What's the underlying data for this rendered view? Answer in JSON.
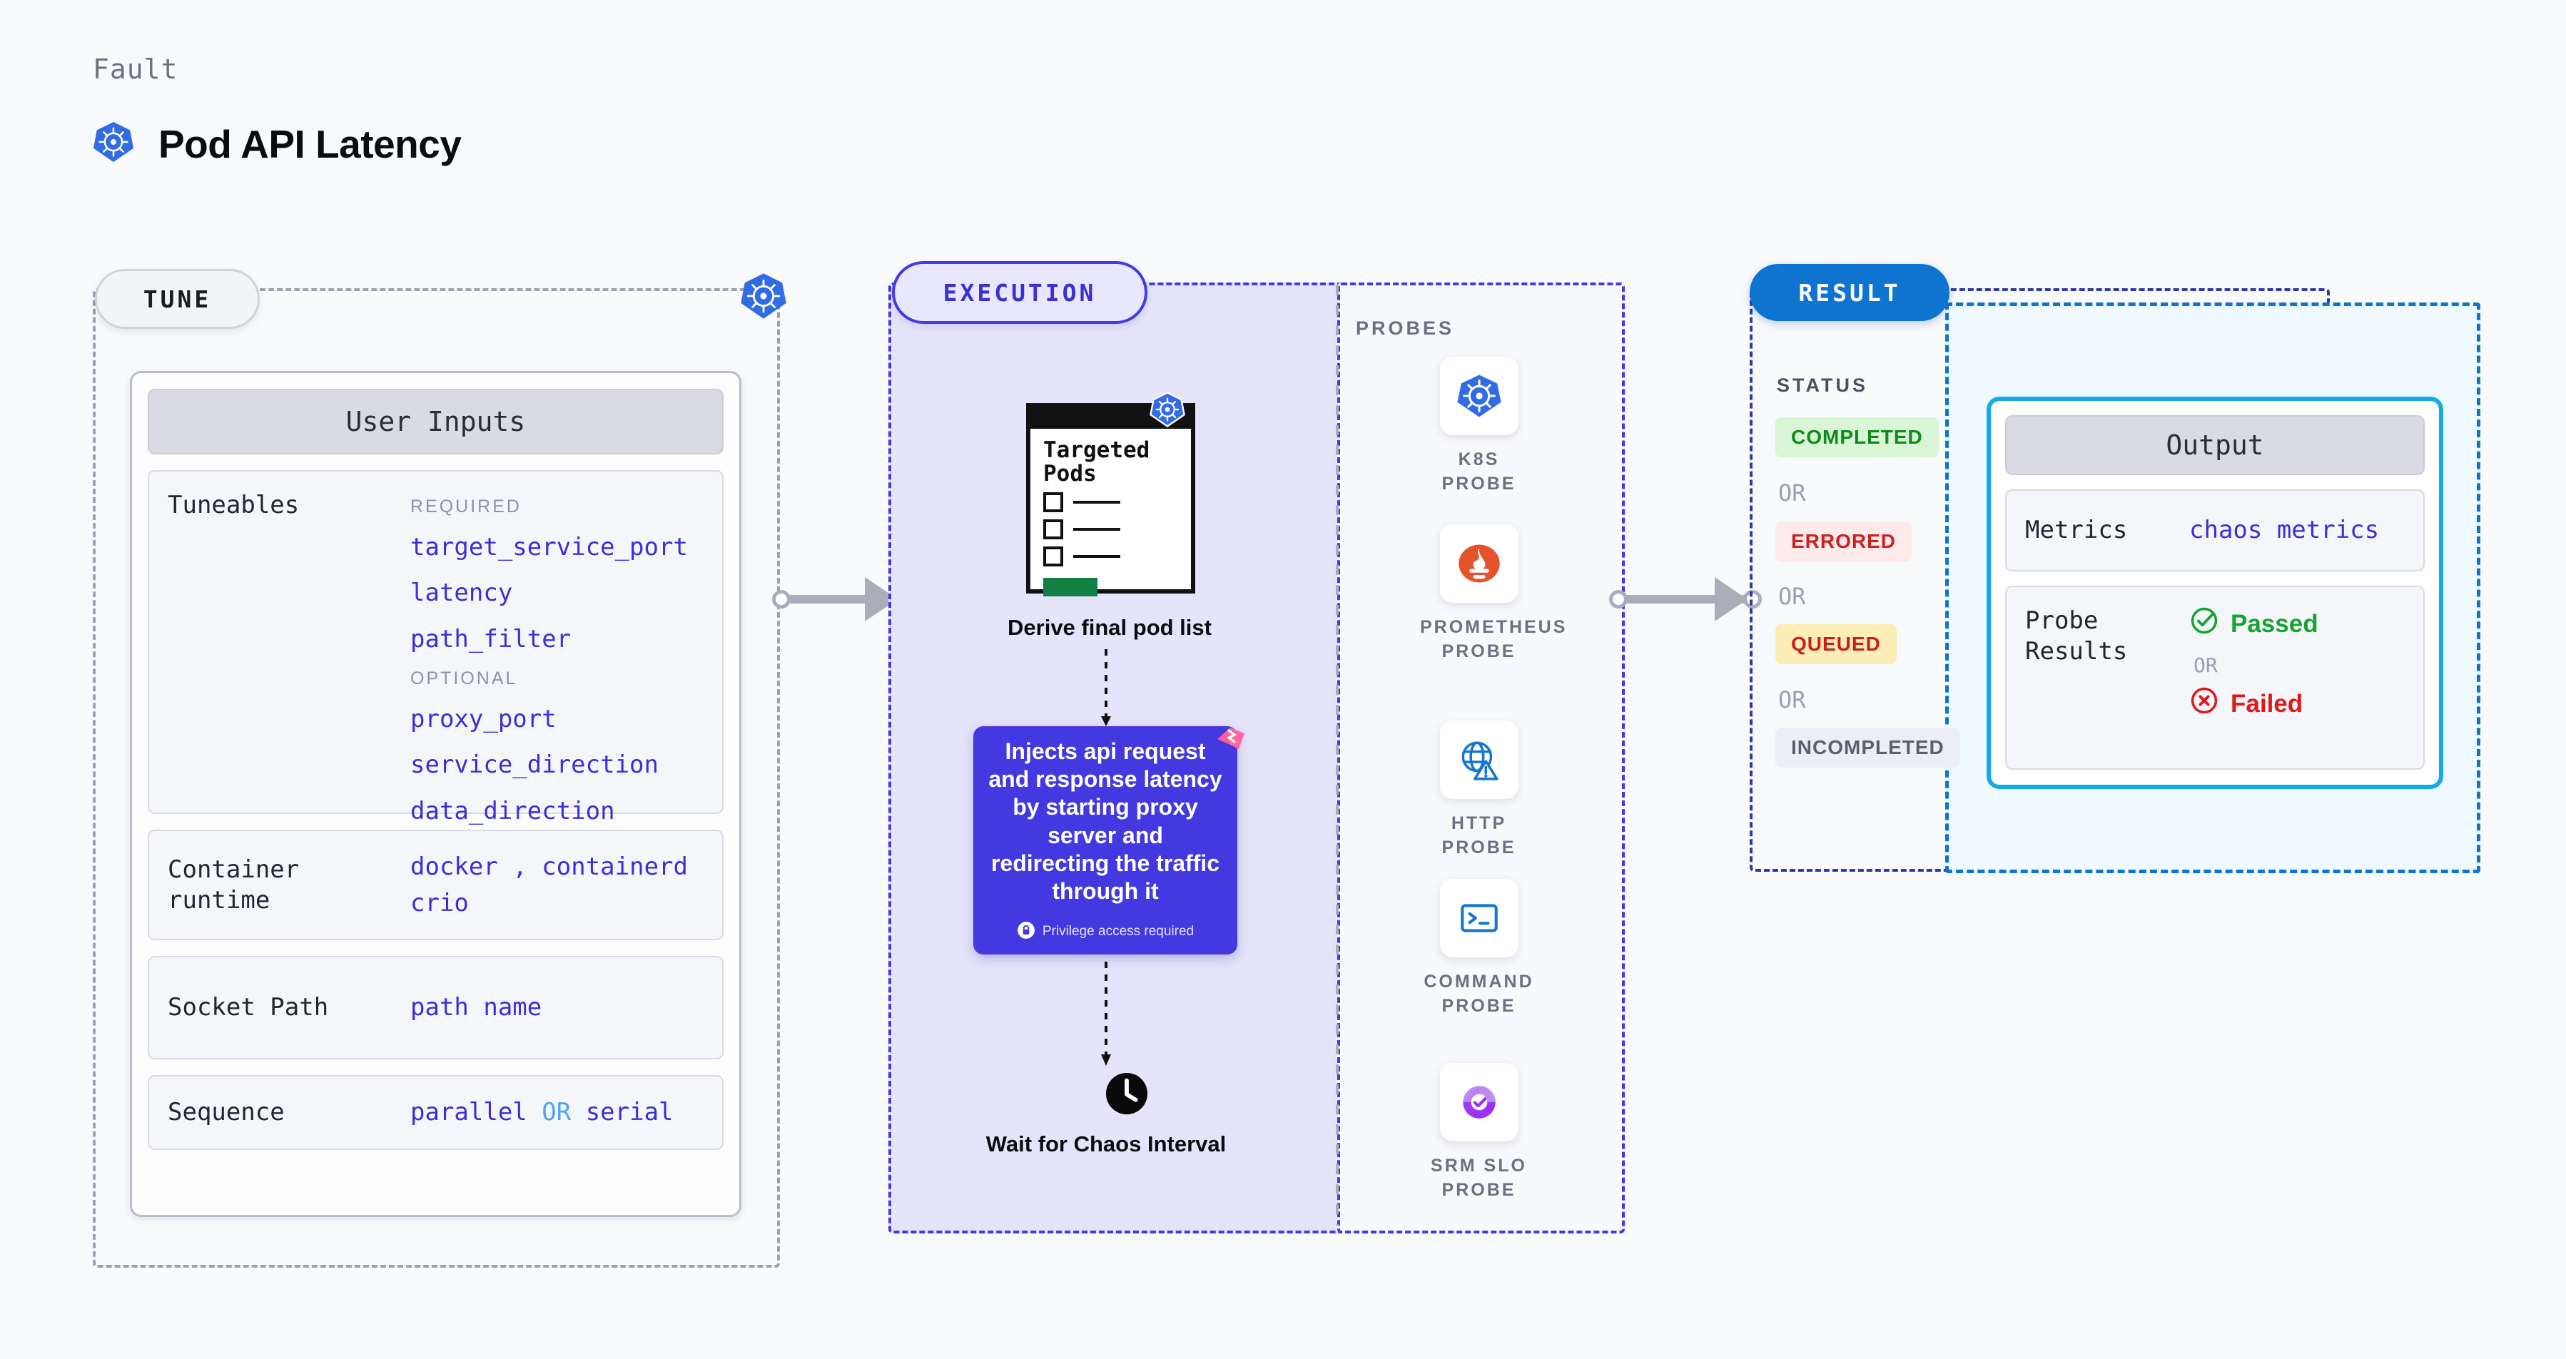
{
  "header": {
    "eyebrow": "Fault",
    "title": "Pod API Latency",
    "icon": "kubernetes-icon"
  },
  "tune": {
    "pill": "TUNE",
    "badge_icon": "kubernetes-icon",
    "card_title": "User Inputs",
    "rows": [
      {
        "label": "Tuneables",
        "groups": [
          {
            "caption": "REQUIRED",
            "items": [
              "target_service_port",
              "latency",
              "path_filter"
            ]
          },
          {
            "caption": "OPTIONAL",
            "items": [
              "proxy_port",
              "service_direction",
              "data_direction"
            ]
          }
        ]
      },
      {
        "label": "Container runtime",
        "values_line1": [
          "docker",
          "containerd"
        ],
        "separator": ",",
        "values_line2": [
          "crio"
        ]
      },
      {
        "label": "Socket Path",
        "value": "path name"
      },
      {
        "label": "Sequence",
        "value_a": "parallel",
        "joiner": "OR",
        "value_b": "serial"
      }
    ]
  },
  "execution": {
    "pill": "EXECUTION",
    "pod_card": {
      "title": "Targeted Pods",
      "badge_icon": "kubernetes-icon",
      "checkbox_count": 3
    },
    "derive_label": "Derive final pod list",
    "inject": {
      "text": "Injects api request and response latency by starting proxy server and redirecting the traffic through it",
      "privilege_note": "Privilege access required",
      "privilege_icon": "lock-icon",
      "corner_icon": "litmuschaos-icon",
      "color": "#4438e0"
    },
    "wait": {
      "icon": "clock-icon",
      "label": "Wait for Chaos Interval"
    }
  },
  "probes": {
    "label": "PROBES",
    "items": [
      {
        "name": "K8S PROBE",
        "icon": "kubernetes-icon"
      },
      {
        "name": "PROMETHEUS PROBE",
        "icon": "prometheus-icon"
      },
      {
        "name": "HTTP PROBE",
        "icon": "globe-warning-icon"
      },
      {
        "name": "COMMAND PROBE",
        "icon": "terminal-icon"
      },
      {
        "name": "SRM SLO PROBE",
        "icon": "srm-slo-icon"
      }
    ]
  },
  "result": {
    "pill": "RESULT",
    "status_label": "STATUS",
    "or_text": "OR",
    "statuses": [
      {
        "label": "COMPLETED",
        "bg": "#d8f5d6",
        "fg": "#0f8b1c"
      },
      {
        "label": "ERRORED",
        "bg": "#fdeaea",
        "fg": "#cf2020"
      },
      {
        "label": "QUEUED",
        "bg": "#fdeeb8",
        "fg": "#c81e1e"
      },
      {
        "label": "INCOMPLETED",
        "bg": "#eceef5",
        "fg": "#5b6070"
      }
    ],
    "output": {
      "title": "Output",
      "metrics_label": "Metrics",
      "metrics_value": "chaos metrics",
      "probe_results_label": "Probe Results",
      "passed": "Passed",
      "failed": "Failed",
      "or_text": "OR",
      "passed_icon": "check-circle-icon",
      "failed_icon": "x-circle-icon"
    }
  },
  "connectors": {
    "tune_to_execution": "arrow-right",
    "execution_to_result": "arrow-right"
  },
  "colors": {
    "accent_purple": "#4338ea",
    "accent_blue": "#0f74cf",
    "kw_blue": "#3b2fd6",
    "muted": "#6b7183"
  }
}
